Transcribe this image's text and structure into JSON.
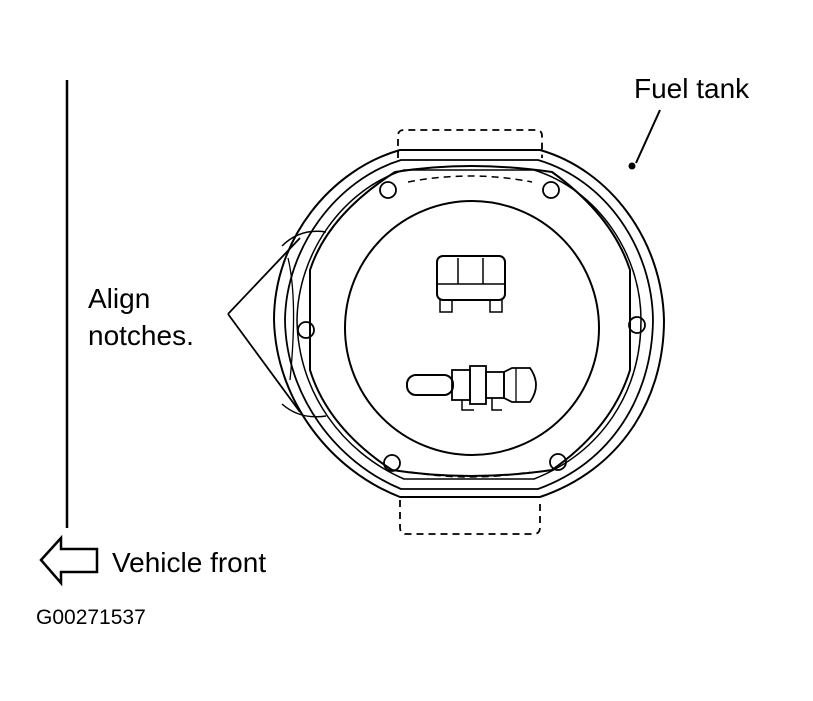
{
  "labels": {
    "fuel_tank": "Fuel tank",
    "align_line1": "Align",
    "align_line2": "notches.",
    "vehicle_front": "Vehicle front",
    "figure_id": "G00271537"
  },
  "colors": {
    "ink": "#000000",
    "background": "#ffffff"
  },
  "icons": {
    "front_arrow": "arrow-left-outline-icon"
  }
}
